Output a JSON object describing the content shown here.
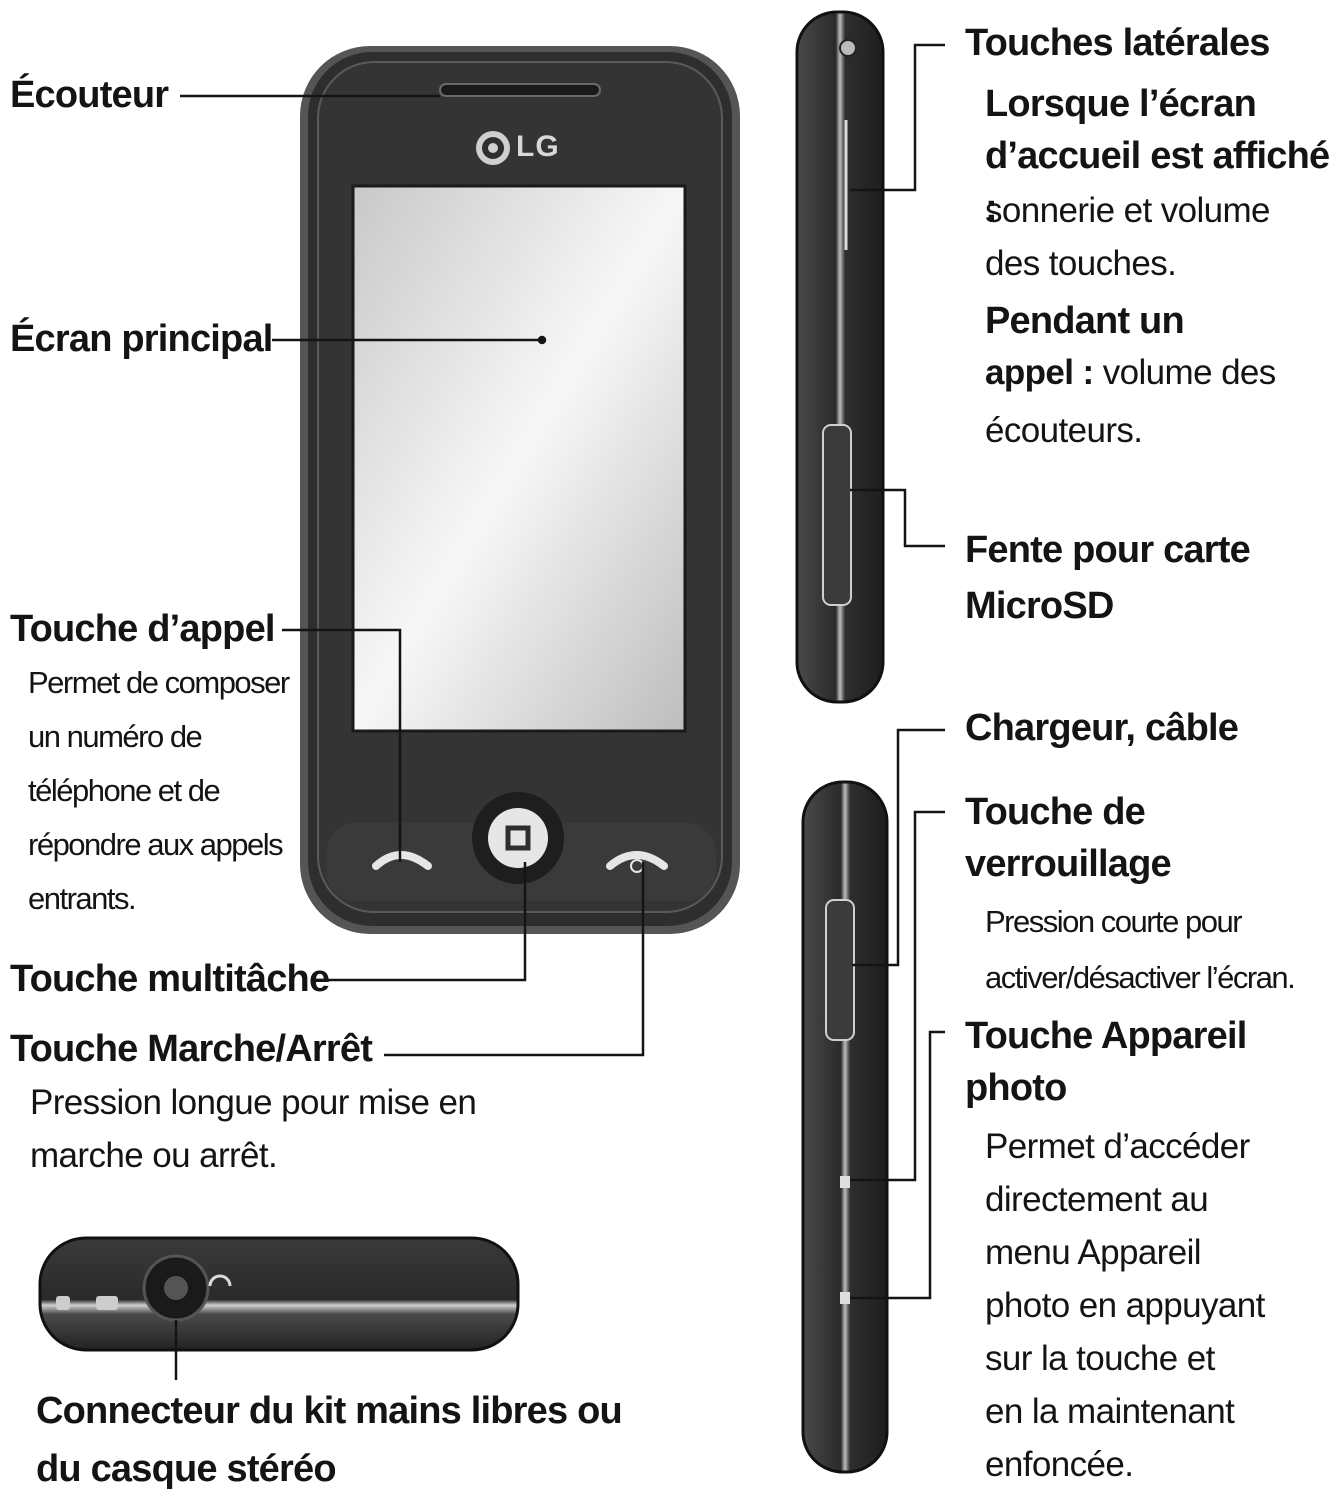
{
  "brand": "LG",
  "labels": {
    "ecouteur": "Écouteur",
    "ecran": "Écran principal",
    "appel_title": "Touche d’appel",
    "appel_desc": [
      "Permet de composer",
      "un numéro de",
      "téléphone et de",
      "répondre aux appels",
      "entrants."
    ],
    "multitache": "Touche multitâche",
    "marche_title": "Touche Marche/Arrêt",
    "marche_desc": [
      "Pression longue pour mise en",
      "marche ou arrêt."
    ],
    "connecteur": [
      "Connecteur du kit mains libres ou",
      "du casque stéréo"
    ],
    "laterales_title": "Touches latérales",
    "laterales_a_bold": [
      "Lorsque l’écran",
      "d’accueil est affiché :"
    ],
    "laterales_a_desc": [
      "sonnerie et volume",
      "des touches."
    ],
    "laterales_b_bold": "Pendant un",
    "laterales_b_bold2": "appel :",
    "laterales_b_desc": "volume des",
    "laterales_b_desc2": "écouteurs.",
    "microsd": [
      "Fente pour carte",
      "MicroSD"
    ],
    "chargeur": "Chargeur, câble",
    "verrou_title": [
      "Touche de",
      "verrouillage"
    ],
    "verrou_desc": [
      "Pression courte pour",
      "activer/désactiver l’écran."
    ],
    "appareil_title": [
      "Touche Appareil",
      "photo"
    ],
    "appareil_desc": [
      "Permet d’accéder",
      "directement au",
      "menu Appareil",
      "photo en appuyant",
      "sur la touche et",
      "en la maintenant",
      "enfoncée."
    ]
  },
  "icons": {
    "logo": "lg-logo-icon",
    "call_key": "phone-icon",
    "end_key": "power-phone-icon",
    "home_key": "multitask-icon",
    "jack": "headphone-jack-icon"
  },
  "colors": {
    "body": "#2e2e2e",
    "screen": "#d9d9d9",
    "leader": "#141414"
  }
}
